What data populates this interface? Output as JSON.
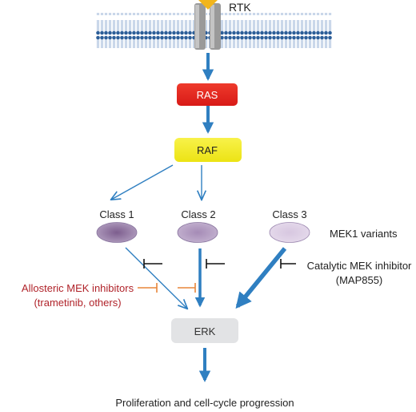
{
  "receptor": {
    "label": "RTK"
  },
  "nodes": {
    "ras": {
      "label": "RAS",
      "fill": "#e8231f",
      "text_color": "#ffffff"
    },
    "raf": {
      "label": "RAF",
      "fill": "#f4ec1a",
      "text_color": "#222222"
    },
    "erk": {
      "label": "ERK",
      "fill": "#e2e3e5",
      "text_color": "#333333"
    }
  },
  "variants": {
    "title": "MEK1 variants",
    "class1": {
      "label": "Class 1",
      "fill": "#9a7fa8"
    },
    "class2": {
      "label": "Class 2",
      "fill": "#b49ec2"
    },
    "class3": {
      "label": "Class 3",
      "fill": "#d9c9e2"
    }
  },
  "inhibitors": {
    "allosteric": {
      "line1": "Allosteric MEK inhibitors",
      "line2": "(trametinib, others)",
      "color": "#b0232a",
      "bar_color": "#e8863a"
    },
    "catalytic": {
      "line1": "Catalytic MEK inhibitor",
      "line2": "(MAP855)",
      "color": "#222222"
    }
  },
  "outcome": {
    "label": "Proliferation and cell-cycle progression"
  },
  "colors": {
    "arrow": "#2f7fc1",
    "membrane": "#2d5f99",
    "receptor": "#9a9a9a",
    "ligand": "#f2b51c"
  }
}
